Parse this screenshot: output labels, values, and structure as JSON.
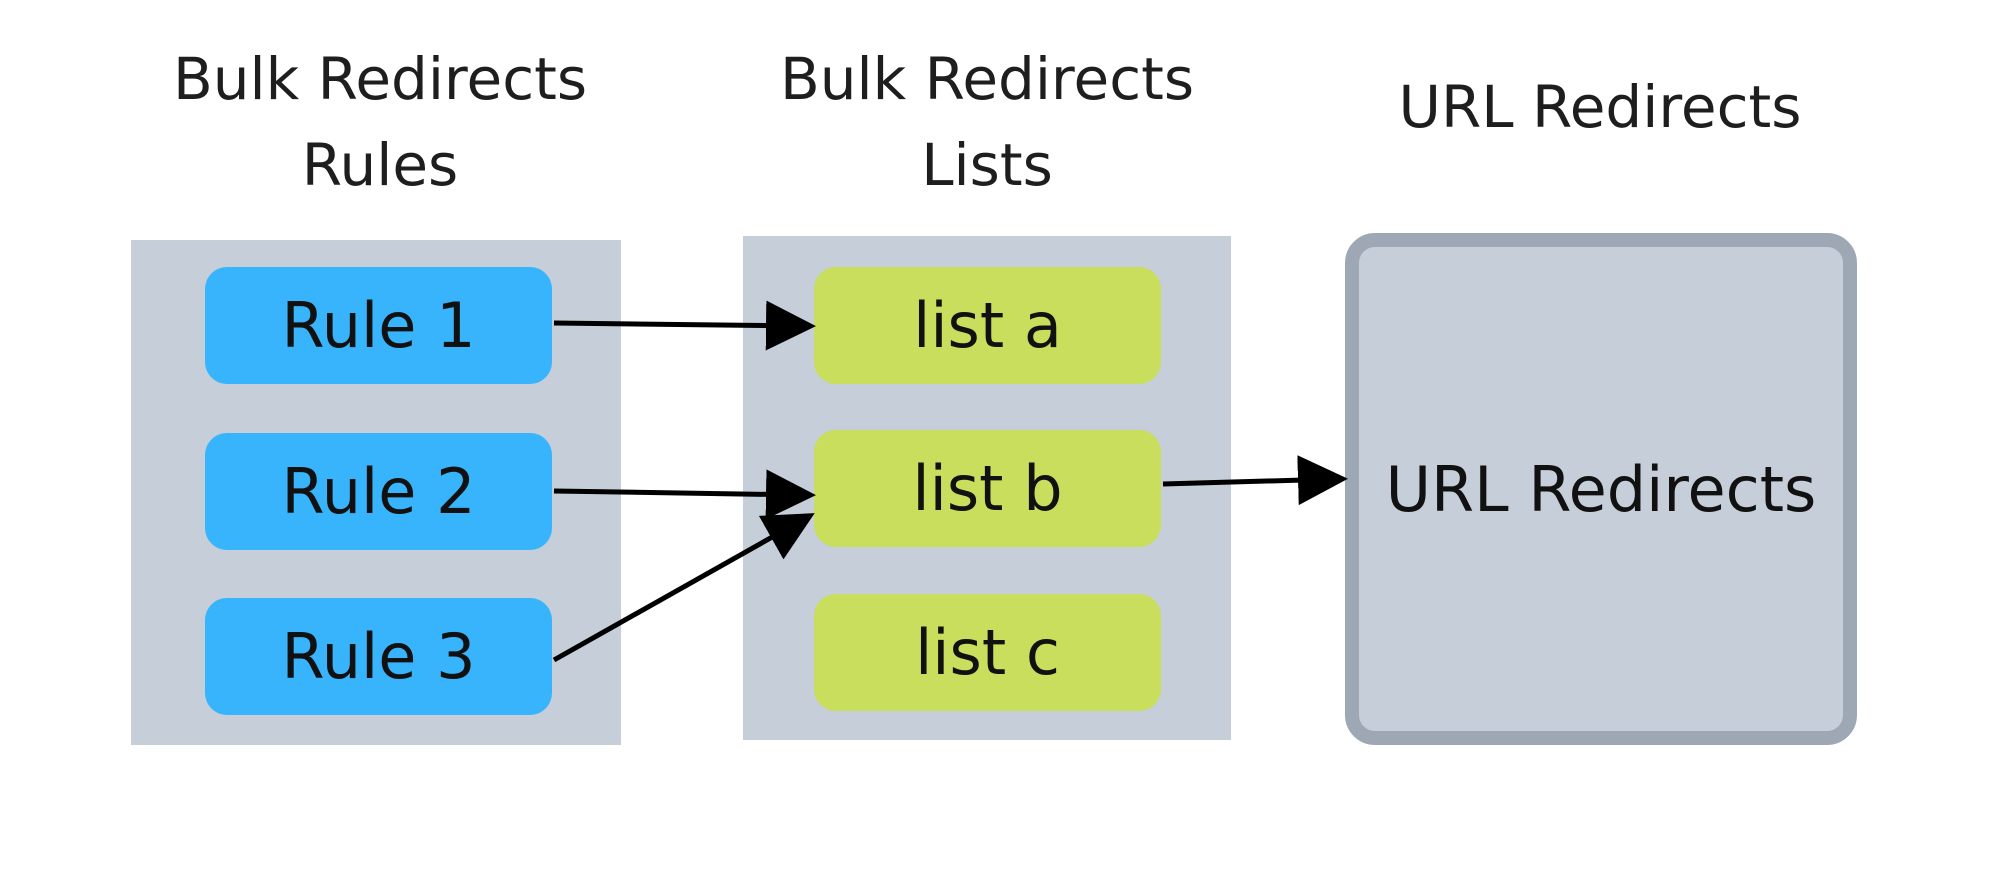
{
  "columns": {
    "rules": {
      "title_line1": "Bulk Redirects",
      "title_line2": "Rules",
      "items": [
        "Rule 1",
        "Rule 2",
        "Rule 3"
      ]
    },
    "lists": {
      "title_line1": "Bulk Redirects",
      "title_line2": "Lists",
      "items": [
        "list a",
        "list b",
        "list c"
      ]
    },
    "url": {
      "title": "URL Redirects",
      "box_label": "URL Redirects"
    }
  },
  "colors": {
    "panel": "#c5ced9",
    "rule_node": "#38b4fc",
    "list_node": "#c8de5c",
    "url_border": "#9ea8b4",
    "arrow": "#000000"
  },
  "connections": [
    {
      "from": "Rule 1",
      "to": "list a"
    },
    {
      "from": "Rule 2",
      "to": "list b"
    },
    {
      "from": "Rule 3",
      "to": "list b"
    },
    {
      "from": "list b",
      "to": "URL Redirects"
    }
  ]
}
